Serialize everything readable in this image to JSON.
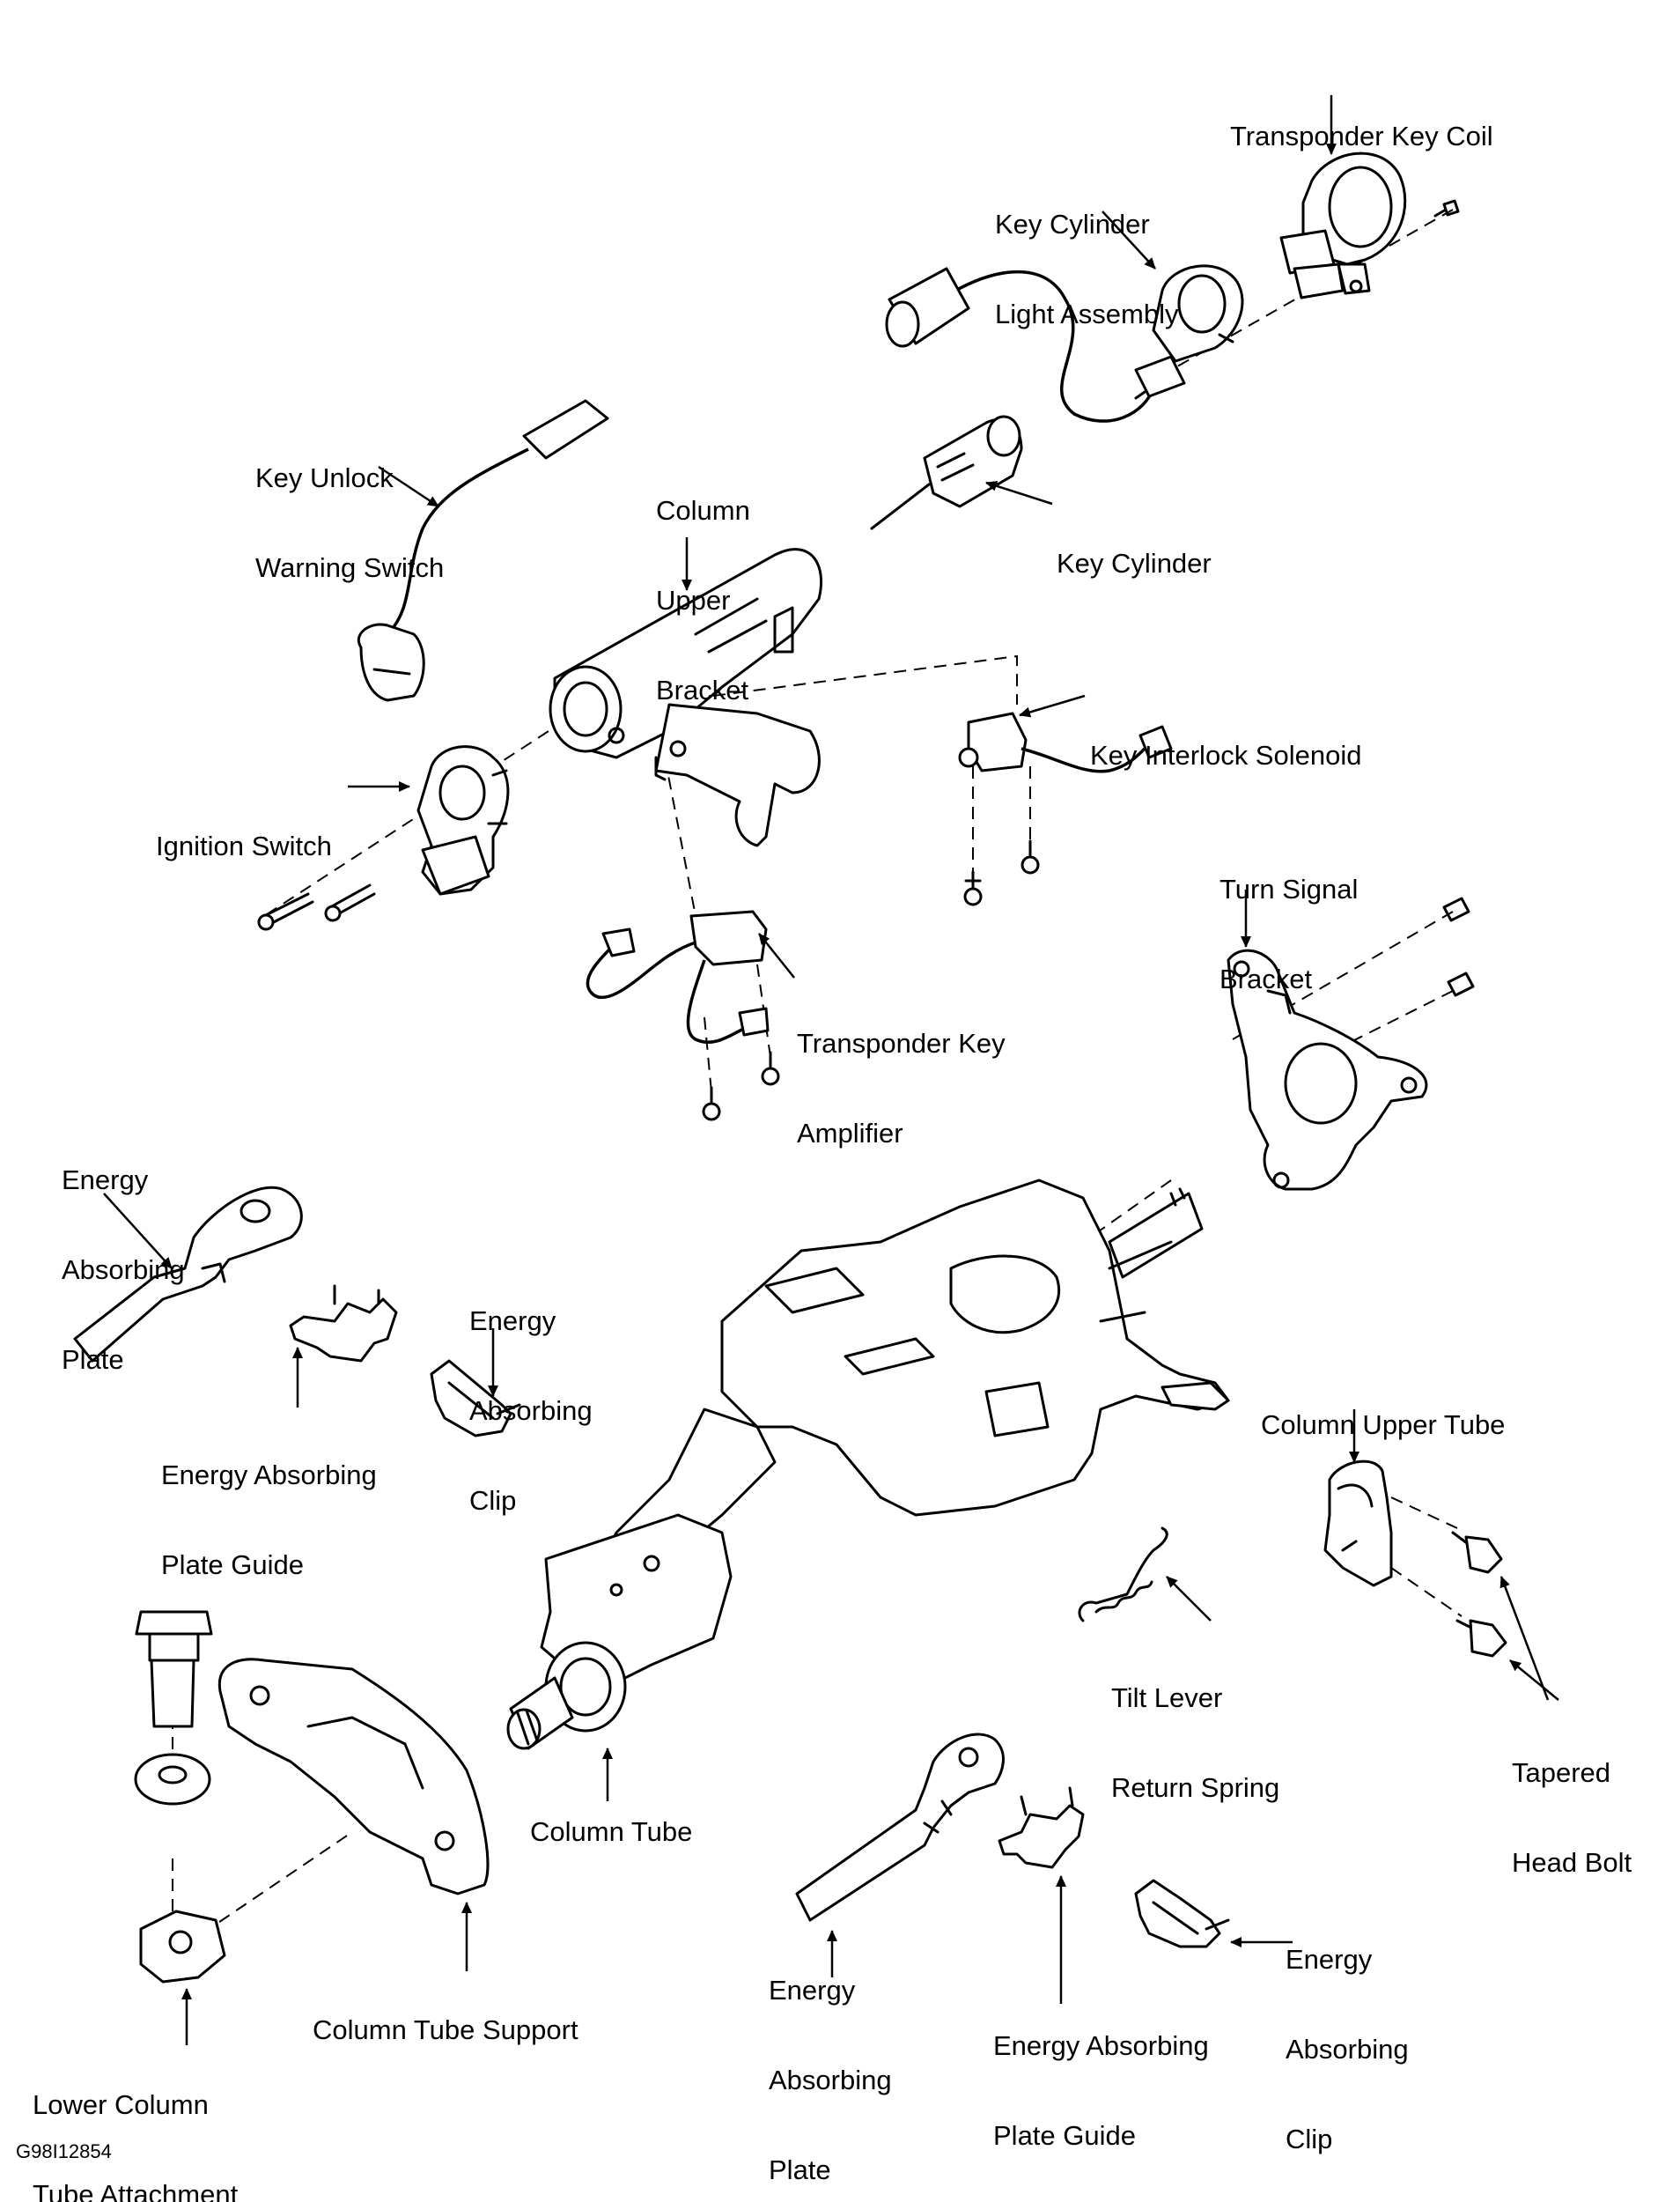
{
  "figure_code": "G98I12854",
  "labels": {
    "transponder_key_coil": [
      "Transponder Key Coil"
    ],
    "key_cylinder_light_assembly": [
      "Key Cylinder",
      "Light Assembly"
    ],
    "key_unlock_warning_switch": [
      "Key Unlock",
      "Warning Switch"
    ],
    "column_upper_bracket": [
      "Column",
      "Upper",
      "Bracket"
    ],
    "key_cylinder": [
      "Key Cylinder"
    ],
    "key_interlock_solenoid": [
      "Key Interlock Solenoid"
    ],
    "ignition_switch": [
      "Ignition Switch"
    ],
    "turn_signal_bracket": [
      "Turn Signal",
      "Bracket"
    ],
    "transponder_key_amplifier": [
      "Transponder Key",
      "Amplifier"
    ],
    "energy_absorbing_plate_left": [
      "Energy",
      "Absorbing",
      "Plate"
    ],
    "energy_absorbing_clip_upper": [
      "Energy",
      "Absorbing",
      "Clip"
    ],
    "energy_absorbing_plate_guide_left": [
      "Energy Absorbing",
      "Plate Guide"
    ],
    "column_upper_tube": [
      "Column Upper Tube"
    ],
    "tilt_lever_return_spring": [
      "Tilt Lever",
      "Return Spring"
    ],
    "tapered_head_bolt": [
      "Tapered",
      "Head Bolt"
    ],
    "column_tube": [
      "Column Tube"
    ],
    "column_tube_support": [
      "Column Tube Support"
    ],
    "lower_column_tube_attachment": [
      "Lower Column",
      "Tube Attachment"
    ],
    "energy_absorbing_plate_bottom": [
      "Energy",
      "Absorbing",
      "Plate"
    ],
    "energy_absorbing_plate_guide_bottom": [
      "Energy Absorbing",
      "Plate Guide"
    ],
    "energy_absorbing_clip_bottom": [
      "Energy",
      "Absorbing",
      "Clip"
    ]
  }
}
